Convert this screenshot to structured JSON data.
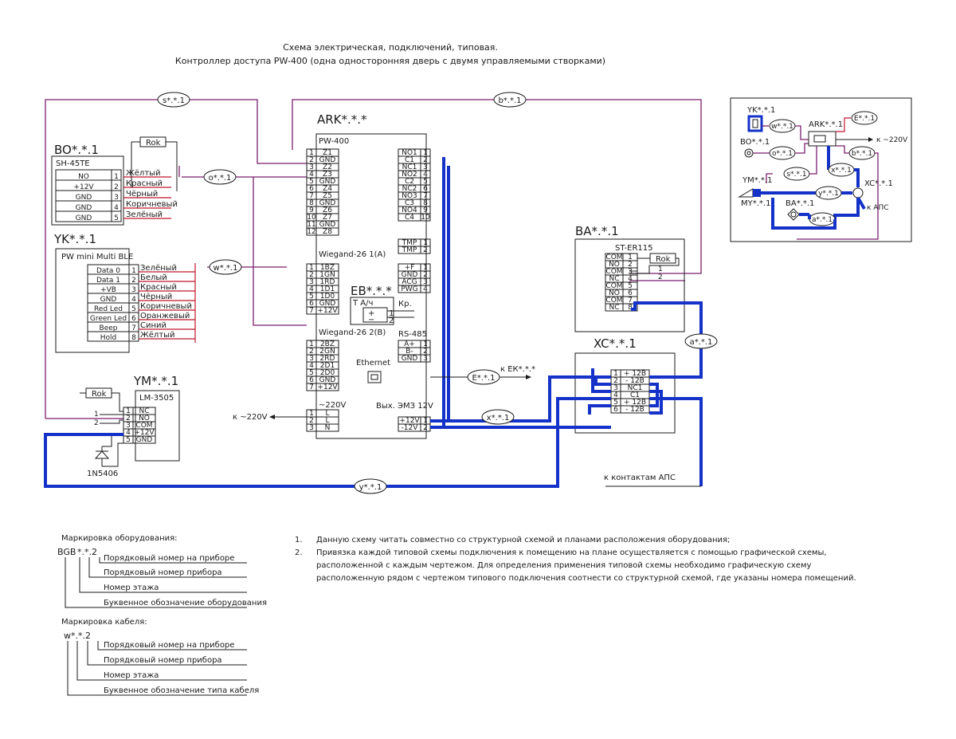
{
  "title": {
    "line1": "Схема электрическая,  подключений, типовая.",
    "line2": "Контроллер доступа PW-400 (одна односторонняя дверь с двумя управляемыми створками)"
  },
  "controller": {
    "label": "ARK*.*.*",
    "model": "PW-400",
    "z_pins": [
      {
        "num": "1",
        "name": "Z1"
      },
      {
        "num": "2",
        "name": "GND"
      },
      {
        "num": "3",
        "name": "Z2"
      },
      {
        "num": "4",
        "name": "Z3"
      },
      {
        "num": "5",
        "name": "GND"
      },
      {
        "num": "6",
        "name": "Z4"
      },
      {
        "num": "7",
        "name": "Z5"
      },
      {
        "num": "8",
        "name": "GND"
      },
      {
        "num": "9",
        "name": "Z6"
      },
      {
        "num": "10",
        "name": "Z7"
      },
      {
        "num": "11",
        "name": "GND"
      },
      {
        "num": "12",
        "name": "Z8"
      }
    ],
    "relay_pins": [
      {
        "num": "1",
        "name": "NO1"
      },
      {
        "num": "2",
        "name": "C1"
      },
      {
        "num": "3",
        "name": "NC1"
      },
      {
        "num": "4",
        "name": "NO2"
      },
      {
        "num": "5",
        "name": "C2"
      },
      {
        "num": "6",
        "name": "NC2"
      },
      {
        "num": "7",
        "name": "NO3"
      },
      {
        "num": "8",
        "name": "C3"
      },
      {
        "num": "9",
        "name": "NO4"
      },
      {
        "num": "10",
        "name": "C4"
      }
    ],
    "tmp_pins": [
      {
        "num": "1",
        "name": "TMP"
      },
      {
        "num": "2",
        "name": "TMP"
      }
    ],
    "pwr_pins": [
      {
        "num": "1",
        "name": "+F"
      },
      {
        "num": "2",
        "name": "GND"
      },
      {
        "num": "3",
        "name": "ACG"
      },
      {
        "num": "4",
        "name": "PWG"
      }
    ],
    "wiegand1_label": "Wiegand-26 1(A)",
    "wiegand1_pins": [
      {
        "num": "1",
        "name": "1BZ"
      },
      {
        "num": "2",
        "name": "1GN"
      },
      {
        "num": "3",
        "name": "1RD"
      },
      {
        "num": "4",
        "name": "1D1"
      },
      {
        "num": "5",
        "name": "1D0"
      },
      {
        "num": "6",
        "name": "GND"
      },
      {
        "num": "7",
        "name": "+12V"
      }
    ],
    "wiegand2_label": "Wiegand-26 2(B)",
    "wiegand2_pins": [
      {
        "num": "1",
        "name": "2BZ"
      },
      {
        "num": "2",
        "name": "2GN"
      },
      {
        "num": "3",
        "name": "2RD"
      },
      {
        "num": "4",
        "name": "2D1"
      },
      {
        "num": "5",
        "name": "2D0"
      },
      {
        "num": "6",
        "name": "GND"
      },
      {
        "num": "7",
        "name": "+12V"
      }
    ],
    "rs485_label": "RS-485",
    "rs485_pins": [
      {
        "num": "1",
        "name": "A+"
      },
      {
        "num": "2",
        "name": "B-"
      },
      {
        "num": "3",
        "name": "GND"
      }
    ],
    "ethernet_label": "Ethernet",
    "ac_label": "~220V",
    "ac_pins": [
      {
        "num": "1",
        "name": "L"
      },
      {
        "num": "2",
        "name": "L"
      },
      {
        "num": "3",
        "name": "N"
      }
    ],
    "lock_out_label": "Вых. ЭМЗ 12V",
    "lock_pins": [
      {
        "num": "1",
        "name": "+12V"
      },
      {
        "num": "2",
        "name": "-12V"
      }
    ]
  },
  "eb": {
    "label": "EB*.*.*",
    "inner": "Т А/ч",
    "kp": "Кр."
  },
  "bo": {
    "label": "BO*.*.1",
    "model": "SH-45TE",
    "pins": [
      {
        "num": "1",
        "name": "NO"
      },
      {
        "num": "2",
        "name": "+12V"
      },
      {
        "num": "3",
        "name": "GND"
      },
      {
        "num": "4",
        "name": "GND"
      },
      {
        "num": "5",
        "name": "GND"
      }
    ],
    "wires": [
      "Жёлтый",
      "Красный",
      "Чёрный",
      "Коричневый",
      "Зелёный"
    ],
    "rok": "Rok"
  },
  "yk": {
    "label": "YK*.*.1",
    "model": "PW mini Multi BLE",
    "pins": [
      {
        "num": "1",
        "name": "Data 0"
      },
      {
        "num": "2",
        "name": "Data 1"
      },
      {
        "num": "3",
        "name": "+VB"
      },
      {
        "num": "4",
        "name": "GND"
      },
      {
        "num": "5",
        "name": "Red Led"
      },
      {
        "num": "6",
        "name": "Green Led"
      },
      {
        "num": "7",
        "name": "Beep"
      },
      {
        "num": "8",
        "name": "Hold"
      }
    ],
    "wires": [
      "Зелёный",
      "Белый",
      "Красный",
      "Чёрный",
      "Коричневый",
      "Оранжевый",
      "Синий",
      "Жёлтый"
    ]
  },
  "ym": {
    "label": "YM*.*.1",
    "model": "LM-3505",
    "pins": [
      {
        "num": "1",
        "name": "NC"
      },
      {
        "num": "2",
        "name": "NO"
      },
      {
        "num": "3",
        "name": "COM"
      },
      {
        "num": "4",
        "name": "+12V"
      },
      {
        "num": "5",
        "name": "GND"
      }
    ],
    "diode": "1N5406",
    "rok": "Rok"
  },
  "ba": {
    "label": "BA*.*.1",
    "model": "ST-ER115",
    "pins": [
      {
        "num": "1",
        "name": "COM"
      },
      {
        "num": "2",
        "name": "NO"
      },
      {
        "num": "3",
        "name": "COM"
      },
      {
        "num": "4",
        "name": "NC"
      },
      {
        "num": "5",
        "name": "COM"
      },
      {
        "num": "6",
        "name": "NO"
      },
      {
        "num": "7",
        "name": "COM"
      },
      {
        "num": "8",
        "name": "NC"
      }
    ],
    "rok": "Rok"
  },
  "xc": {
    "label": "XC*.*.1",
    "pins": [
      {
        "num": "1",
        "name": "+ 12В"
      },
      {
        "num": "2",
        "name": "- 12В"
      },
      {
        "num": "3",
        "name": "NC1"
      },
      {
        "num": "4",
        "name": "C1"
      },
      {
        "num": "5",
        "name": "+ 12В"
      },
      {
        "num": "6",
        "name": "- 12В"
      }
    ]
  },
  "cables": {
    "s": "s*.*.1",
    "b": "b*.*.1",
    "o": "o*.*.1",
    "w": "w*.*.1",
    "e": "E*.*.1",
    "x": "x*.*.1",
    "y": "y*.*.1",
    "a": "a*.*.1"
  },
  "external": {
    "ac_in": "к ~220V",
    "ek": "к ЕК*.*.*",
    "aps": "к контактам АПС"
  },
  "overview": {
    "yk": "YK*.*.1",
    "bo": "BO*.*.1",
    "ym": "YM*.*.1",
    "my": "MY*.*.1",
    "ba": "BA*.*.1",
    "ark": "ARK*.*.1",
    "xc": "XC*.*.1",
    "w": "w*.*.1",
    "o": "o*.*.1",
    "s": "s*.*.1",
    "x": "x*.*.1",
    "y": "y*.*.1",
    "a": "a*.*.1",
    "e": "E*.*.1",
    "b": "b*.*.1",
    "ac": "к ~220V",
    "aps": "к АПС"
  },
  "legend_equipment": {
    "title": "Маркировка оборудования:",
    "code": "BGB",
    "code_rest": "*.*.2",
    "items": [
      "Порядковый номер на приборе",
      "Порядковый номер прибора",
      "Номер этажа",
      "Буквенное обозначение оборудования"
    ]
  },
  "legend_cable": {
    "title": "Маркировка кабеля:",
    "code": "w*.*.2",
    "items": [
      "Порядковый номер на приборе",
      "Порядковый номер прибора",
      "Номер этажа",
      "Буквенное обозначение типа кабеля"
    ]
  },
  "notes": [
    {
      "num": "1.",
      "text": "Данную схему читать совместно со структурной схемой и планами расположения оборудования;"
    },
    {
      "num": "2.",
      "text": "Привязка каждой типовой схемы подключения к помещению на плане осуществляется с помощью графической схемы,"
    },
    {
      "num": "",
      "text": "расположенной с каждым чертежом. Для определения применения типовой схемы необходимо графическую схему"
    },
    {
      "num": "",
      "text": "расположенную рядом с чертежом типового подключения соотнести со структурной схемой, где указаны номера помещений."
    }
  ],
  "colors": {
    "cable_purple": "#7a1f6e",
    "wire_red": "#c0162b",
    "power_blue": "#1432c8",
    "line_black": "#1a1a1a"
  }
}
